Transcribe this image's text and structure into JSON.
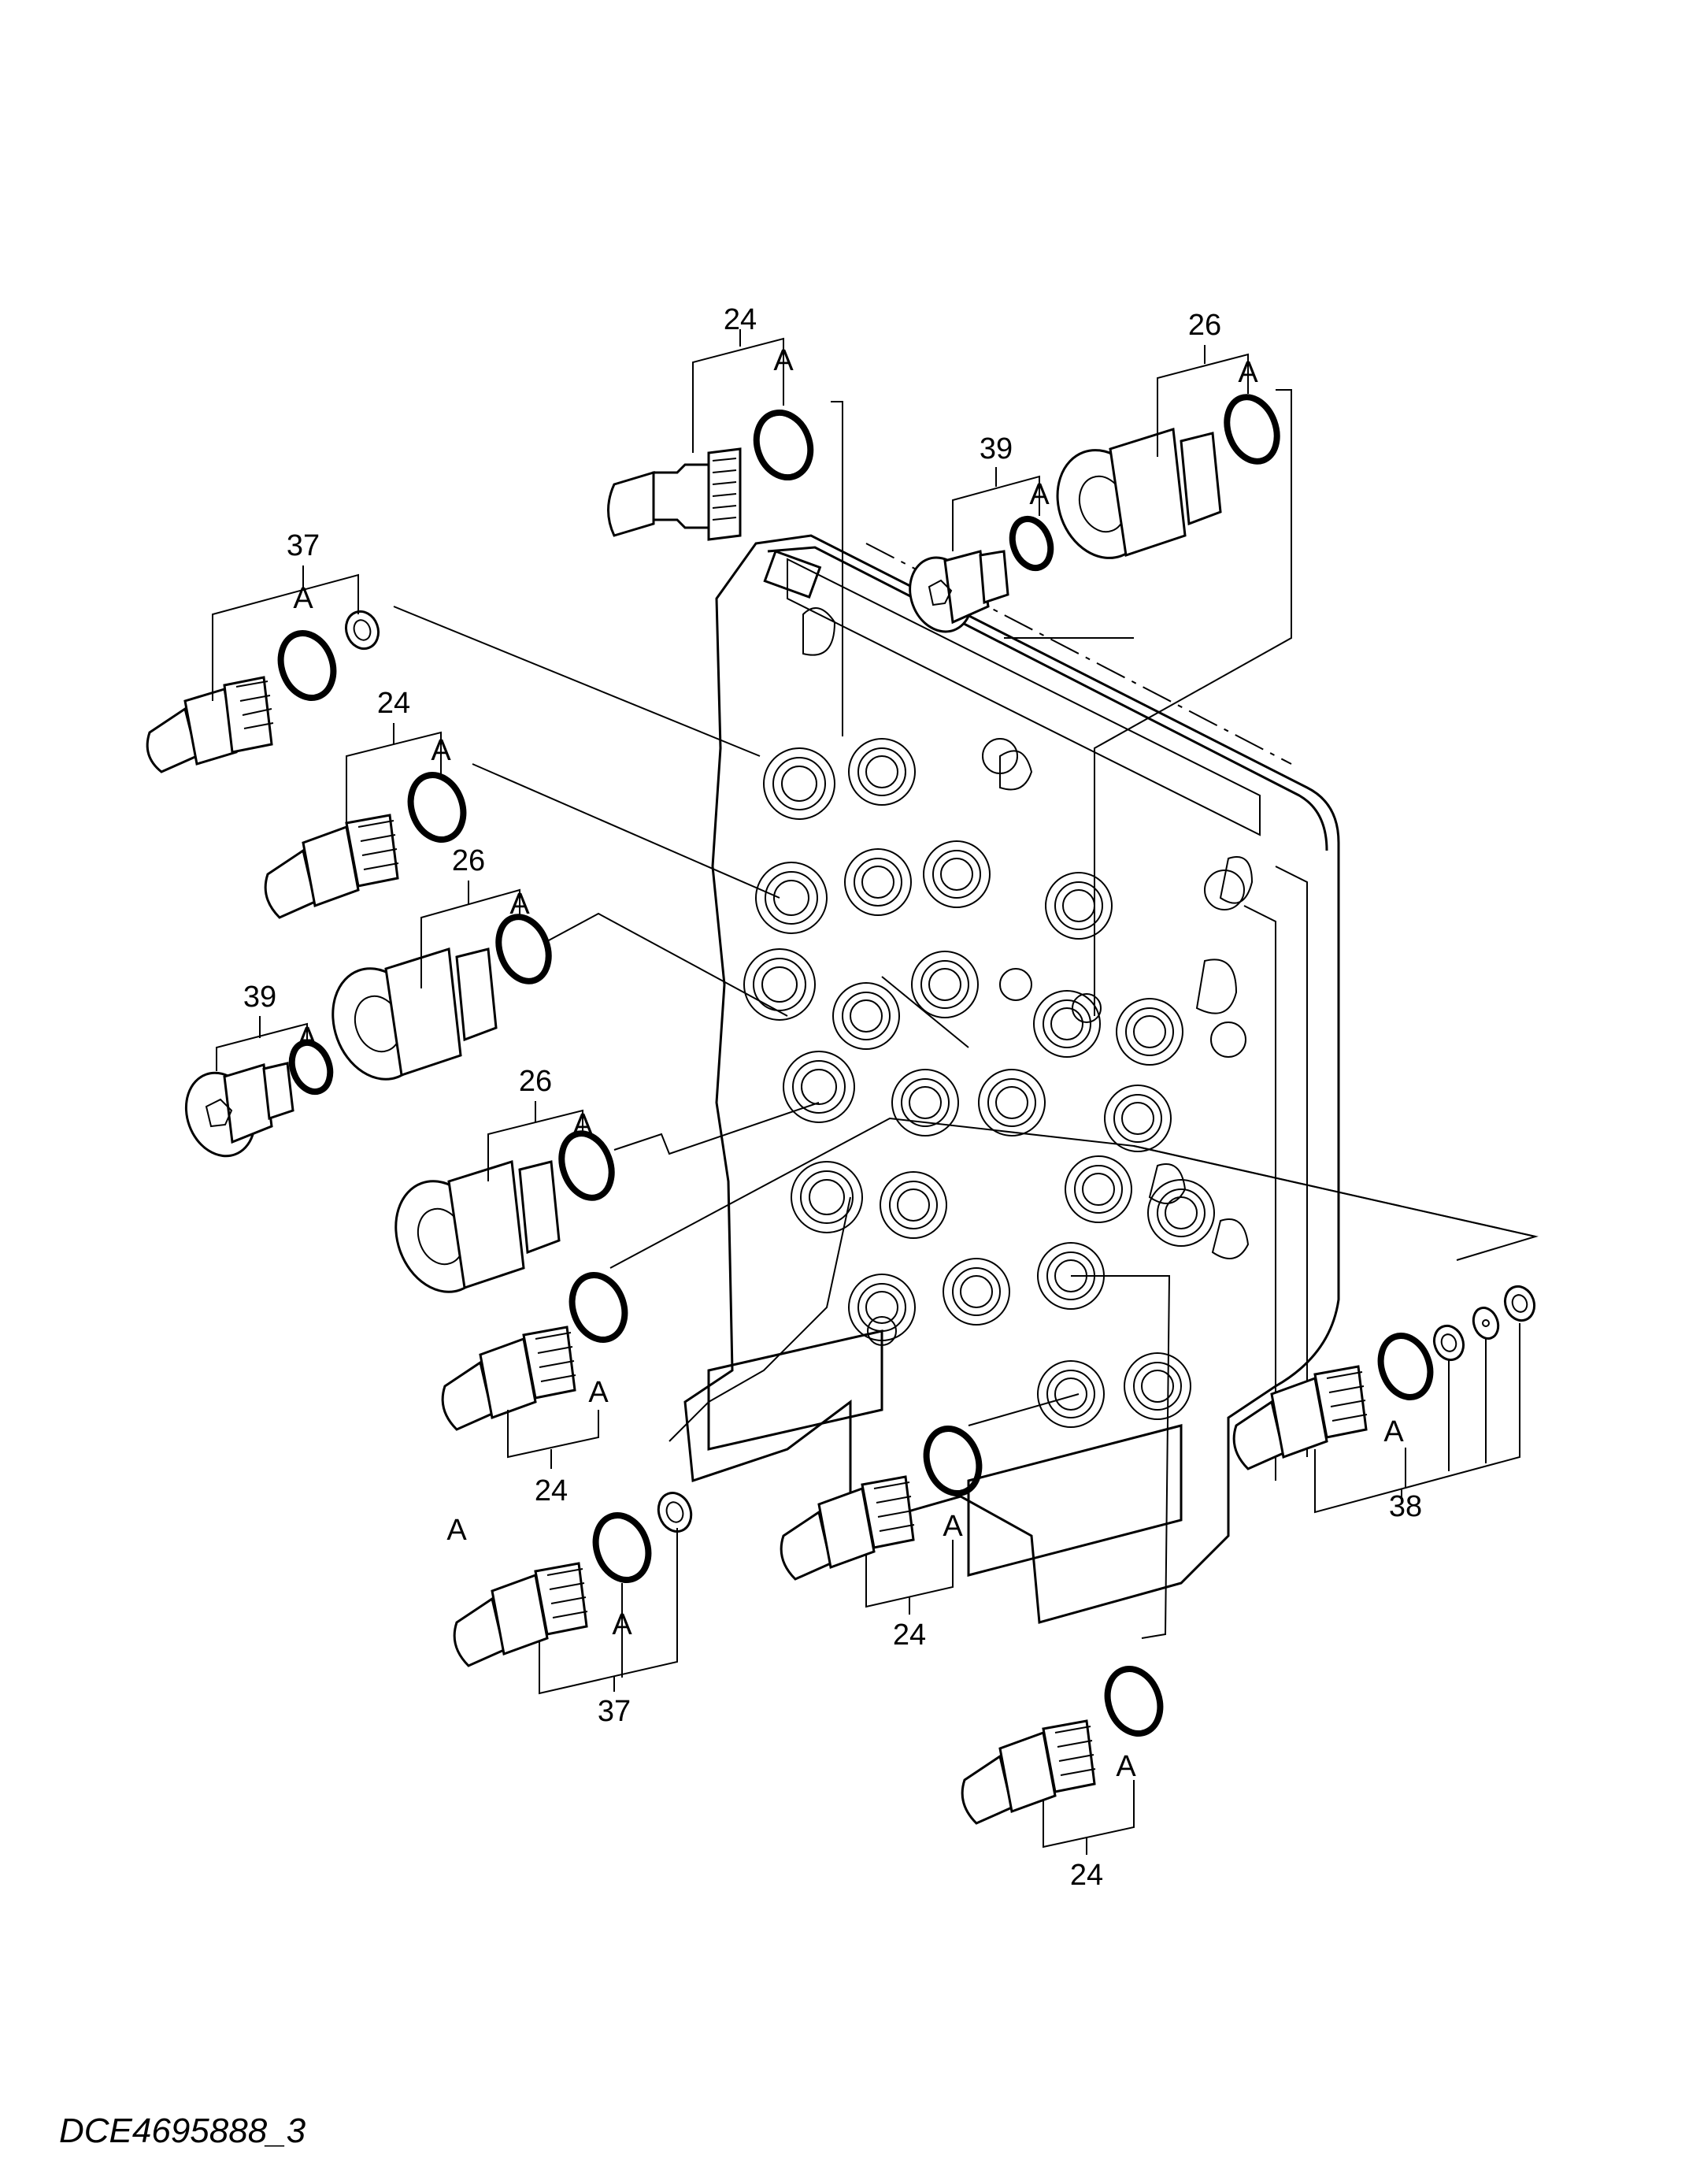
{
  "drawing_code": "DCE4695888_3",
  "view_label": "A",
  "callouts": [
    {
      "part": "24",
      "seal": "A"
    },
    {
      "part": "26",
      "seal": "A"
    },
    {
      "part": "39",
      "seal": "A"
    },
    {
      "part": "37",
      "seal": "A"
    },
    {
      "part": "24",
      "seal": "A"
    },
    {
      "part": "26",
      "seal": "A"
    },
    {
      "part": "39",
      "seal": "A"
    },
    {
      "part": "26",
      "seal": "A"
    },
    {
      "part": "24",
      "seal": "A"
    },
    {
      "part": "37",
      "seal": "A"
    },
    {
      "part": "24",
      "seal": "A"
    },
    {
      "part": "38",
      "seal": "A"
    },
    {
      "part": "24",
      "seal": "A"
    }
  ]
}
